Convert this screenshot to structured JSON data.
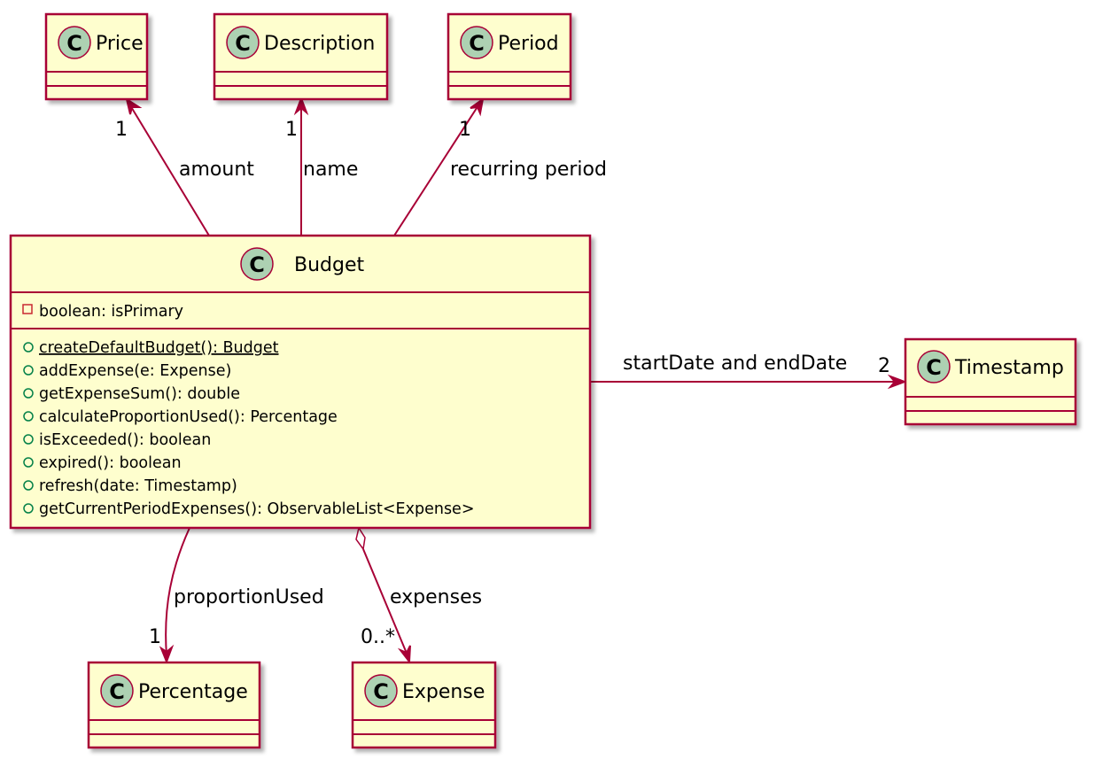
{
  "diagram": {
    "badge_letter": "C",
    "classes": {
      "price": {
        "name": "Price"
      },
      "description": {
        "name": "Description"
      },
      "period": {
        "name": "Period"
      },
      "timestamp": {
        "name": "Timestamp"
      },
      "percentage": {
        "name": "Percentage"
      },
      "expense": {
        "name": "Expense"
      },
      "budget": {
        "name": "Budget",
        "attributes": [
          {
            "visibility": "private",
            "text": "boolean: isPrimary"
          }
        ],
        "methods": [
          {
            "visibility": "public",
            "text": "createDefaultBudget(): Budget",
            "static": true
          },
          {
            "visibility": "public",
            "text": "addExpense(e: Expense)"
          },
          {
            "visibility": "public",
            "text": "getExpenseSum(): double"
          },
          {
            "visibility": "public",
            "text": "calculateProportionUsed(): Percentage"
          },
          {
            "visibility": "public",
            "text": "isExceeded(): boolean"
          },
          {
            "visibility": "public",
            "text": "expired(): boolean"
          },
          {
            "visibility": "public",
            "text": "refresh(date: Timestamp)"
          },
          {
            "visibility": "public",
            "text": "getCurrentPeriodExpenses(): ObservableList<Expense>"
          }
        ]
      }
    },
    "relations": {
      "amount": {
        "label": "amount",
        "multiplicity": "1"
      },
      "name": {
        "label": "name",
        "multiplicity": "1"
      },
      "recurring": {
        "label": "recurring period",
        "multiplicity": "1"
      },
      "dates": {
        "label": "startDate and endDate",
        "multiplicity": "2"
      },
      "proportion": {
        "label": "proportionUsed",
        "multiplicity": "1"
      },
      "expenses": {
        "label": "expenses",
        "multiplicity": "0..*"
      }
    },
    "colors": {
      "border": "#A80036",
      "class_fill": "#FEFECE",
      "badge_fill": "#ADD1B2",
      "private_marker": "#C82930",
      "public_marker": "#038048"
    }
  }
}
